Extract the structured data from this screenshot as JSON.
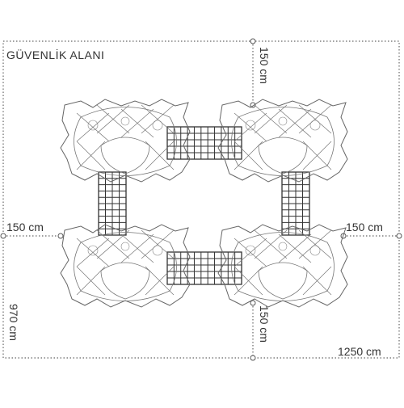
{
  "diagram": {
    "safety_area_label": "GÜVENLİK ALANI",
    "dim_top": "150 cm",
    "dim_left": "150 cm",
    "dim_right": "150 cm",
    "dim_bottom": "150 cm",
    "dim_height": "970 cm",
    "dim_width": "1250 cm"
  },
  "colors": {
    "line": "#555555",
    "text": "#333333",
    "dot": "#666666"
  },
  "icons": [
    "playground-tower-icon",
    "climbing-net-bridge-icon",
    "dimension-marker-icon"
  ]
}
